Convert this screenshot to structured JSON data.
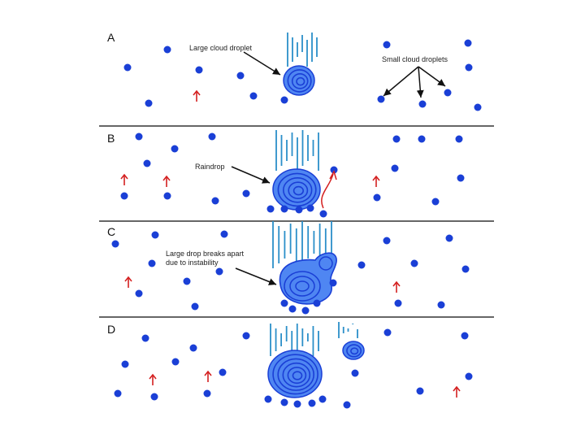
{
  "panels": [
    {
      "letter": "A"
    },
    {
      "letter": "B"
    },
    {
      "letter": "C"
    },
    {
      "letter": "D"
    }
  ],
  "labels": {
    "large_cloud_droplet": "Large cloud droplet",
    "small_cloud_droplets": "Small cloud droplets",
    "raindrop": "Raindrop",
    "breakup_line1": "Large drop breaks apart",
    "breakup_line2": "due to instability"
  },
  "colors": {
    "droplet": "#1a3fd6",
    "drop_light": "#4f86f2",
    "streak": "#2b8fc9",
    "updraft_arrow": "#d42020",
    "divider": "#333333"
  },
  "icons": [
    "updraft-arrow-icon",
    "fall-streak-icon",
    "droplet-icon"
  ]
}
